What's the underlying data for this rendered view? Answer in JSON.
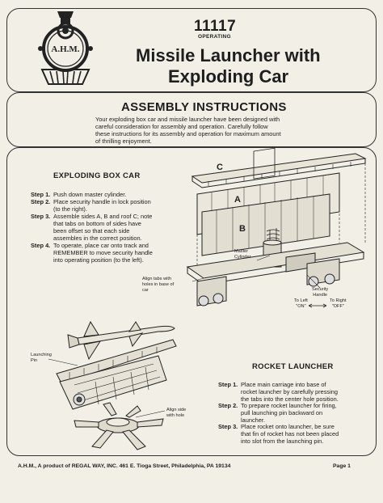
{
  "header": {
    "logo_text": "A.H.M.",
    "catalog_number": "11117",
    "operating_label": "OPERATING",
    "title_line1": "Missile Launcher with",
    "title_line2": "Exploding Car"
  },
  "intro": {
    "heading": "ASSEMBLY INSTRUCTIONS",
    "lines": [
      "Your exploding box car and missile launcher have been designed with",
      "careful consideration for assembly and operation. Carefully follow",
      "these instructions for its assembly and operation for maximum amount",
      "of thrilling enjoyment."
    ]
  },
  "exploding_box_car": {
    "heading": "EXPLODING BOX CAR",
    "steps": [
      {
        "label": "Step 1.",
        "lines": [
          "Push down master cylinder."
        ]
      },
      {
        "label": "Step 2.",
        "lines": [
          "Place security handle in lock position",
          "(to the right)."
        ]
      },
      {
        "label": "Step 3.",
        "lines": [
          "Assemble sides A, B and roof C; note",
          "that tabs on bottom of sides have",
          "been offset so that each side",
          "assembles in the correct position."
        ]
      },
      {
        "label": "Step 4.",
        "lines": [
          "To operate, place car onto track and",
          "REMEMBER to move security handle",
          "into operating position (to the left)."
        ]
      }
    ],
    "diagram_labels": {
      "roof": "C",
      "side_a": "A",
      "side_b": "B",
      "master_cylinder": [
        "Master",
        "Cylinder"
      ],
      "align_tabs": [
        "Align tabs with",
        "holes in base of",
        "car"
      ],
      "security_handle": [
        "Security",
        "Handle"
      ],
      "to_left": [
        "To Left",
        "\"ON\""
      ],
      "to_right": [
        "To Right",
        "\"OFF\""
      ]
    }
  },
  "rocket_launcher": {
    "heading": "ROCKET LAUNCHER",
    "steps": [
      {
        "label": "Step 1.",
        "lines": [
          "Place main carriage into base of",
          "rocket launcher by carefully pressing",
          "the tabs into the center hole position."
        ]
      },
      {
        "label": "Step 2.",
        "lines": [
          "To prepare rocket launcher for firing,",
          "pull launching pin backward on",
          "launcher."
        ]
      },
      {
        "label": "Step 3.",
        "lines": [
          "Place rocket onto launcher, be sure",
          "that fin of rocket has not been placed",
          "into slot from the launching pin."
        ]
      }
    ],
    "diagram_labels": {
      "launching_pin": [
        "Launching",
        "Pin"
      ],
      "align_side": [
        "Align side",
        "with hole"
      ]
    }
  },
  "footer": {
    "left": "A.H.M., A product of REGAL WAY, INC. 461 E. Tioga Street, Philadelphia, PA 19134",
    "right": "Page 1"
  }
}
